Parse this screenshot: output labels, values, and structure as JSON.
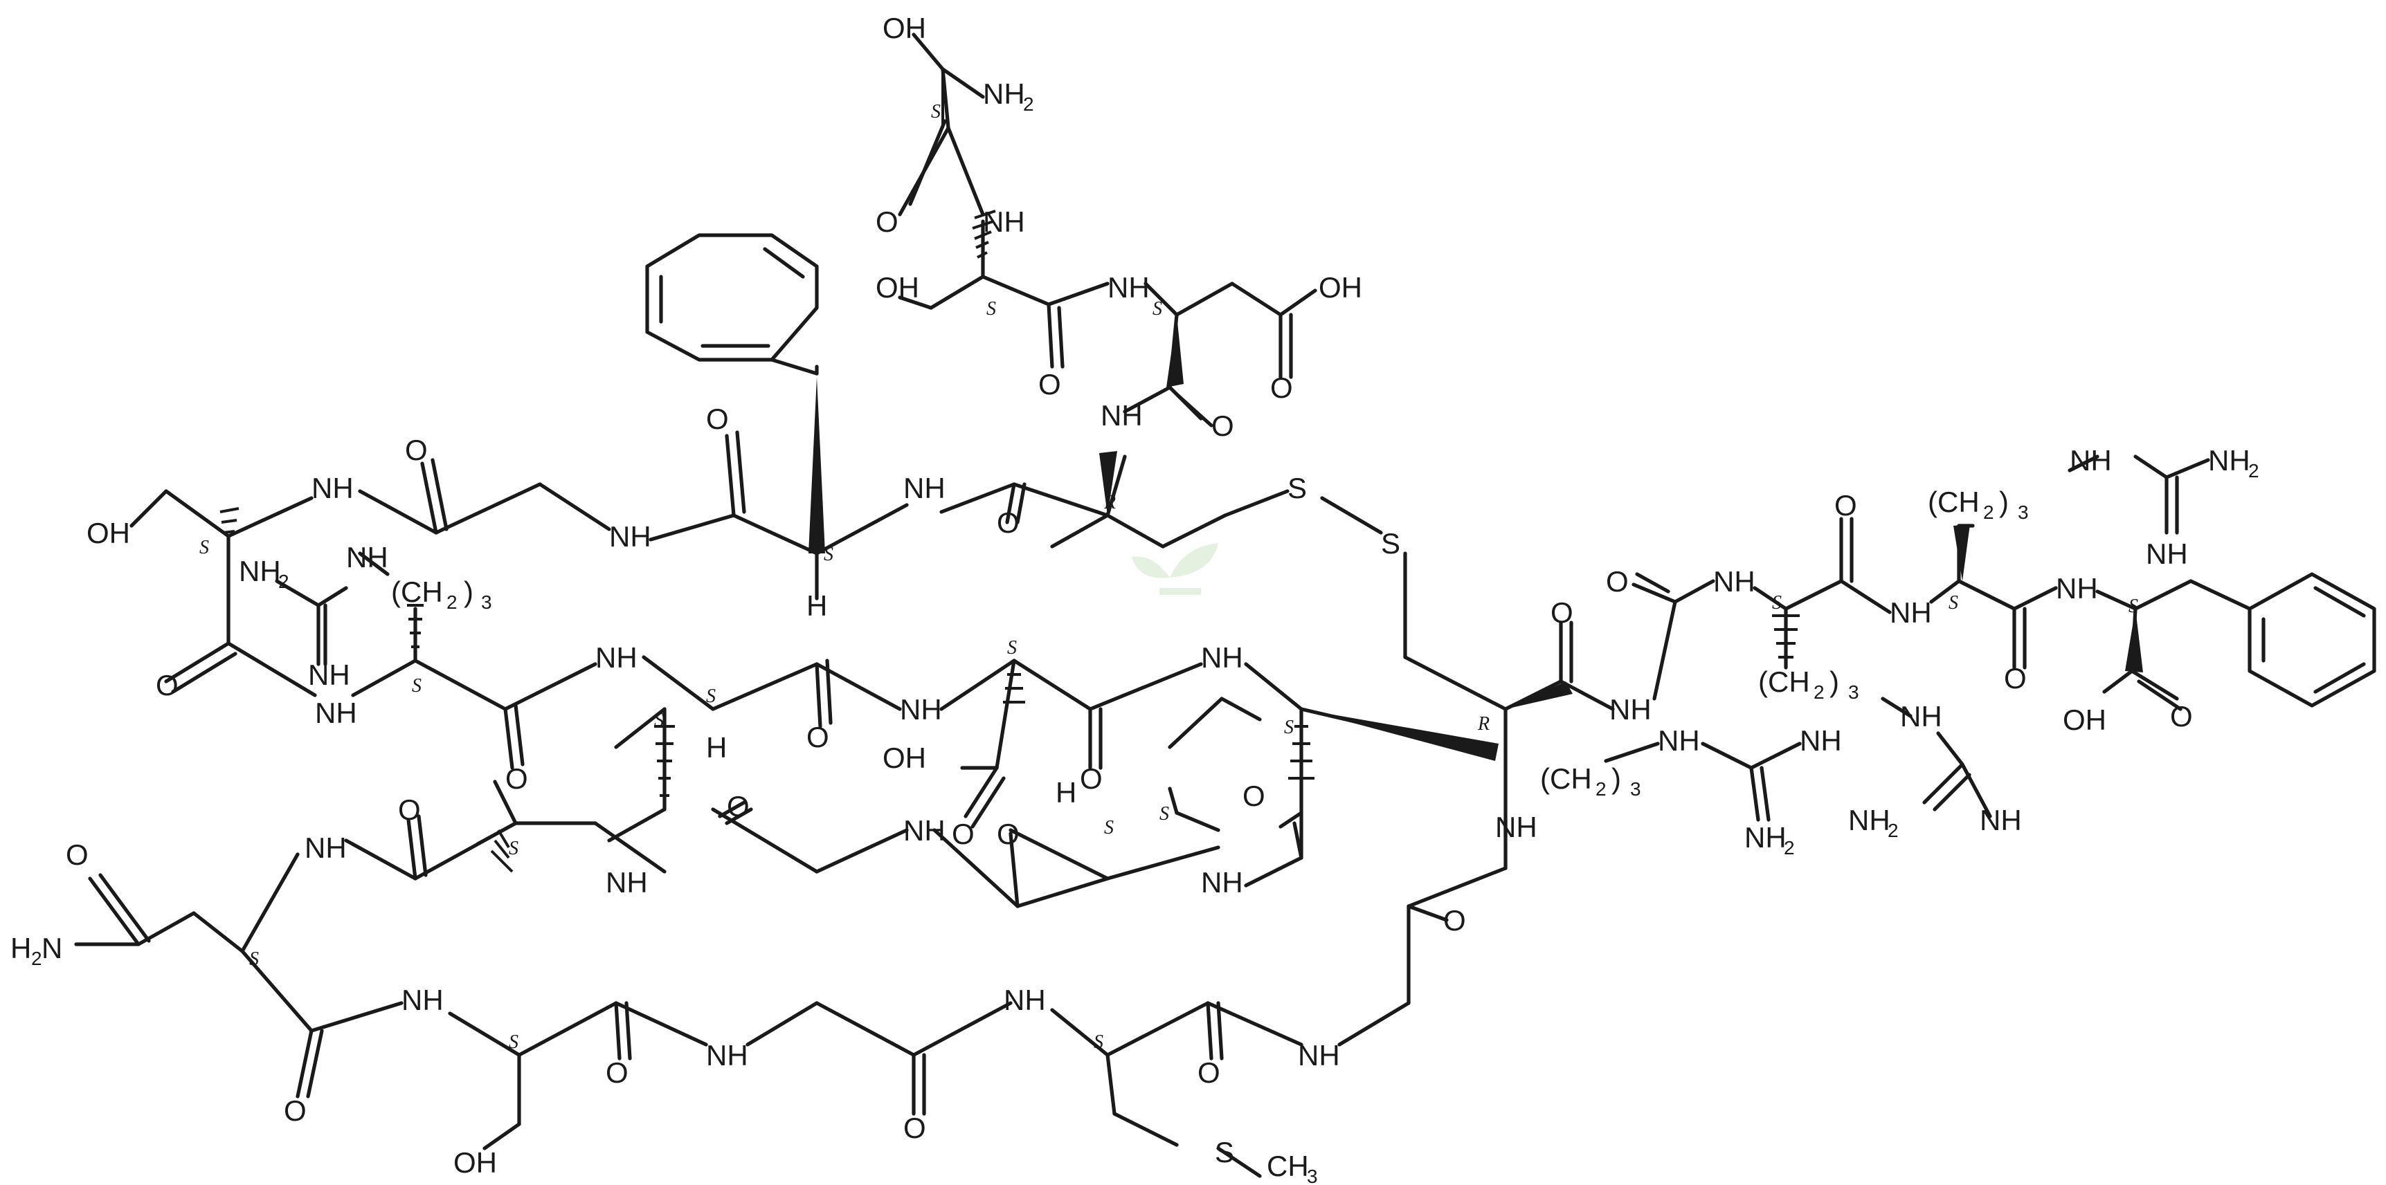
{
  "atoms": {
    "oh": "OH",
    "nh": "NH",
    "nh2_main": "NH",
    "nh2_sub": "2",
    "o": "O",
    "h": "H",
    "s": "S",
    "ch3_main": "CH",
    "ch3_sub": "3",
    "h2n_main": "H",
    "h2n_sub": "2",
    "h2n_tail": "N",
    "ch2_open": "(CH",
    "ch2_sub": "2",
    "ch2_close": ")",
    "ch2_count": "3"
  },
  "stereo": {
    "s": "S",
    "r": "R"
  },
  "watermark": {
    "color": "#cfe6c8"
  }
}
